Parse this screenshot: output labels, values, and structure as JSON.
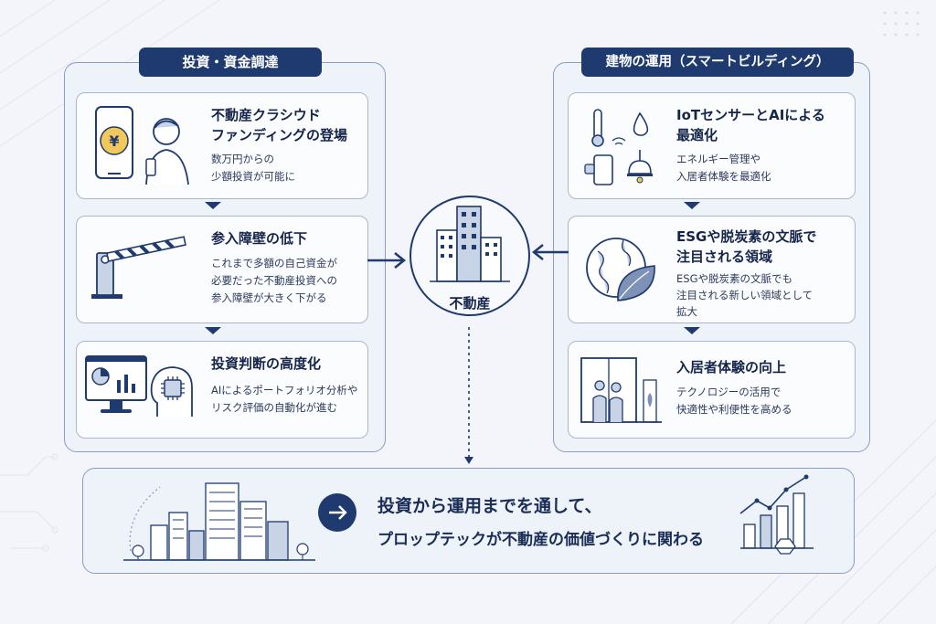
{
  "left_panel": {
    "title": "投資・資金調達",
    "cards": [
      {
        "title_1": "不動産クラシウド",
        "title_2": "ファンディングの登場",
        "desc_1": "数万円からの",
        "desc_2": "少額投資が可能に",
        "icon": "phone-yen-icon"
      },
      {
        "title_1": "参入障壁の低下",
        "desc_1": "これまで多額の自己資金が",
        "desc_2": "必要だった不動産投資への",
        "desc_3": "参入障壁が大きく下がる",
        "icon": "barrier-gate-icon"
      },
      {
        "title_1": "投資判断の高度化",
        "desc_1": "AIによるポートフォリオ分析や",
        "desc_2": "リスク評価の自動化が進む",
        "icon": "ai-monitor-icon"
      }
    ]
  },
  "right_panel": {
    "title": "建物の運用（スマートビルディング）",
    "cards": [
      {
        "title_1": "IoTセンサーとAIによる",
        "title_2": "最適化",
        "desc_1": "エネルギー管理や",
        "desc_2": "入居者体験を最適化",
        "icon": "iot-sensors-icon"
      },
      {
        "title_1": "ESGや脱炭素の文脈で",
        "title_2": "注目される領域",
        "desc_1": "ESGや脱炭素の文脈でも",
        "desc_2": "注目される新しい領域として",
        "desc_3": "拡大",
        "icon": "globe-leaf-icon"
      },
      {
        "title_1": "入居者体験の向上",
        "desc_1": "テクノロジーの活用で",
        "desc_2": "快適性や利便性を高める",
        "icon": "tenants-icon"
      }
    ]
  },
  "center": {
    "label": "不動産",
    "icon": "building-icon"
  },
  "bottom": {
    "line_1": "投資から運用までを通して、",
    "line_2": "プロップテックが不動産の価値づくりに関わる",
    "icons": [
      "city-skyline-icon",
      "arrow-right-icon",
      "growth-chart-icon"
    ]
  },
  "colors": {
    "navy": "#1e3a6e",
    "panel_bg": "#eef2f9",
    "border": "#8b9cc2"
  }
}
